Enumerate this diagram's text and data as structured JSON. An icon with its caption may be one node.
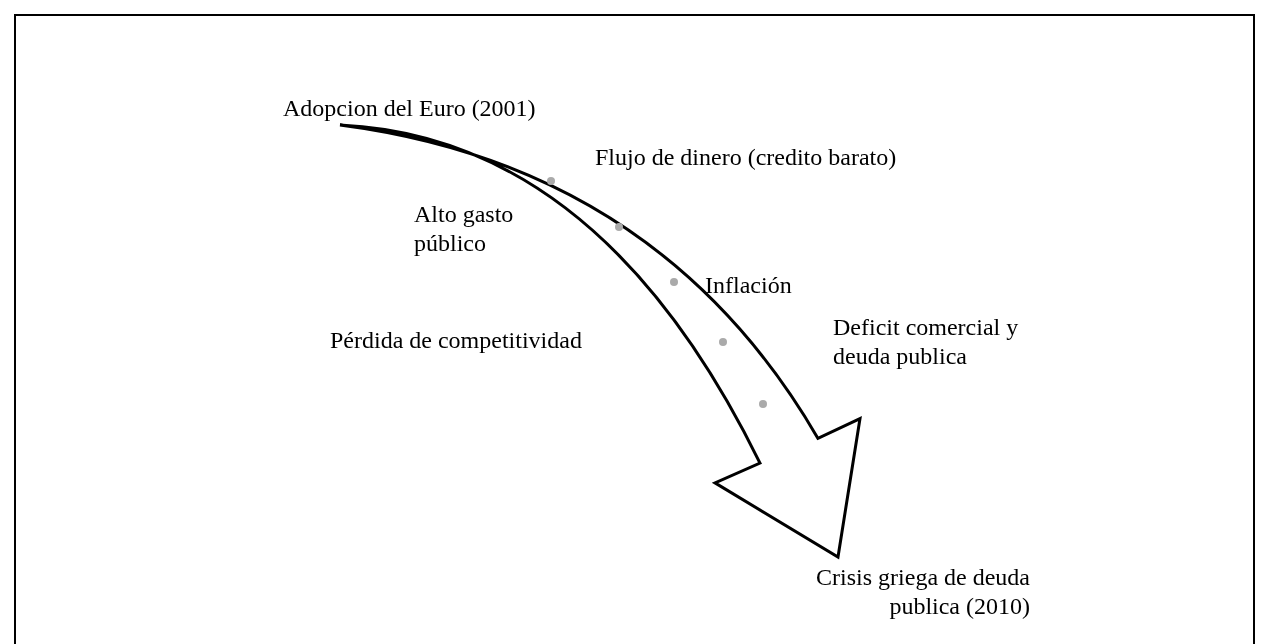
{
  "diagram": {
    "nodes": [
      {
        "text": [
          "Adopcion del Euro (2001)"
        ]
      },
      {
        "text": [
          "Crisis griega de deuda publica (2010)"
        ]
      }
    ],
    "edges": [
      {
        "from": 0,
        "to": 1,
        "arrow": "to",
        "style": "thick"
      }
    ],
    "labels": [
      "Flujo de dinero (credito barato)",
      "Alto gasto público",
      "Inflación",
      "Pérdida de competitividad",
      "Deficit comercial y deuda publica"
    ]
  }
}
